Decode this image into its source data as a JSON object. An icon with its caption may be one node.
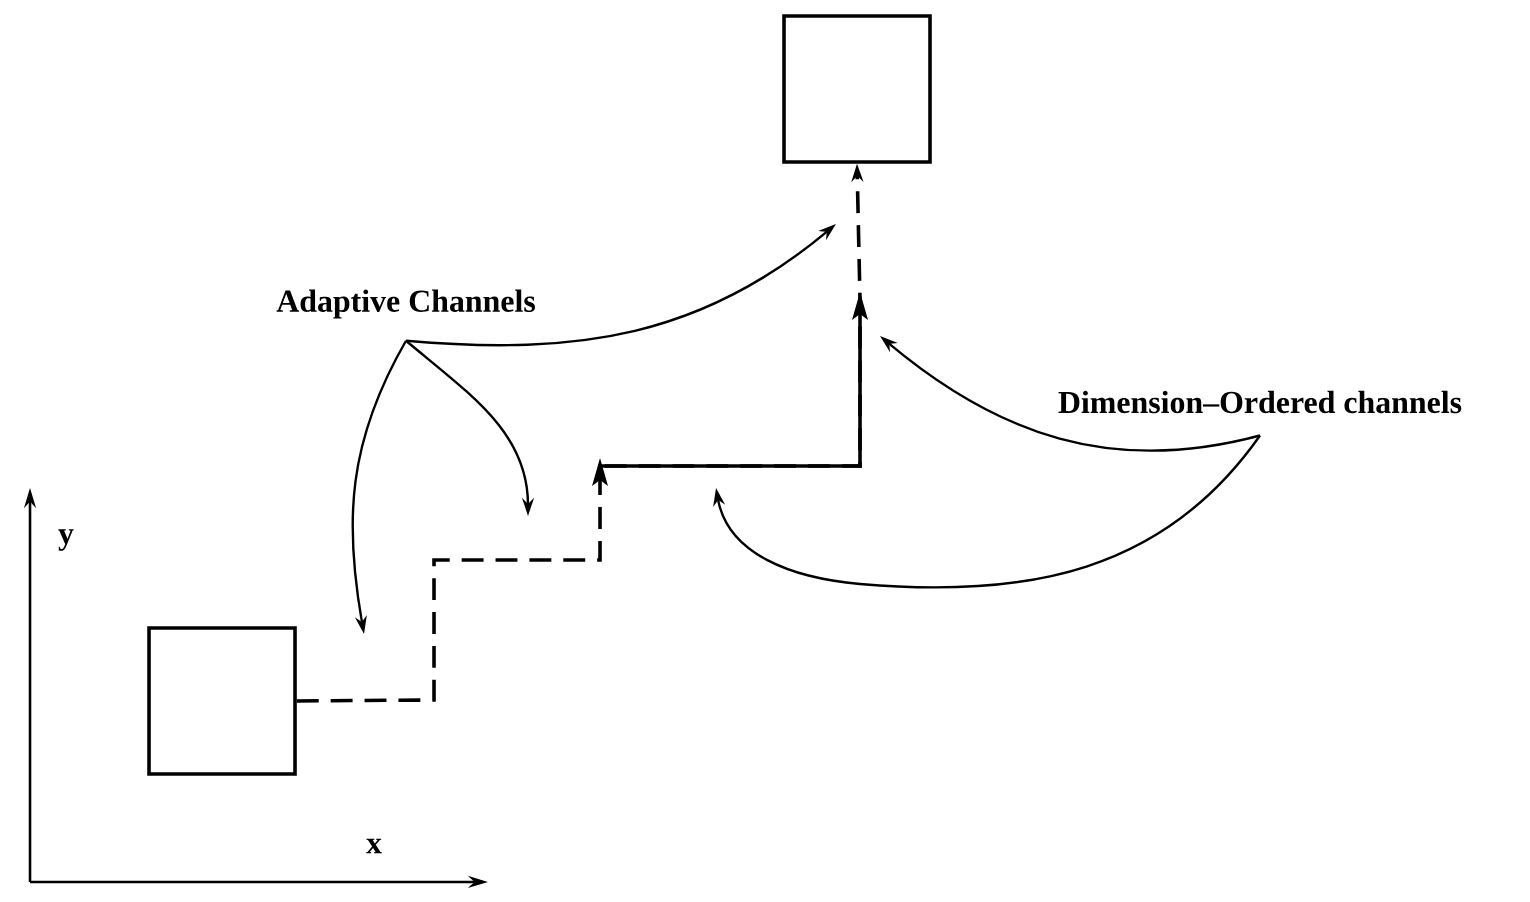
{
  "diagram": {
    "nodes": [
      {
        "text": [],
        "shape": "box"
      },
      {
        "text": [
          "Adaptive Channels"
        ]
      },
      {
        "text": [
          "Dimension–Ordered channels"
        ]
      },
      {
        "text": [],
        "shape": "box"
      }
    ],
    "edges": [
      {
        "from": 3,
        "to": 0,
        "arrow": "to",
        "style": "dashed"
      },
      {
        "from": 1,
        "to": null,
        "arrow": "to"
      },
      {
        "from": 1,
        "to": null,
        "arrow": "to"
      },
      {
        "from": 1,
        "to": null,
        "arrow": "to"
      },
      {
        "from": 2,
        "to": null,
        "arrow": "to"
      },
      {
        "from": 2,
        "to": null,
        "arrow": "to"
      }
    ],
    "labels": [
      "y",
      "x"
    ]
  }
}
